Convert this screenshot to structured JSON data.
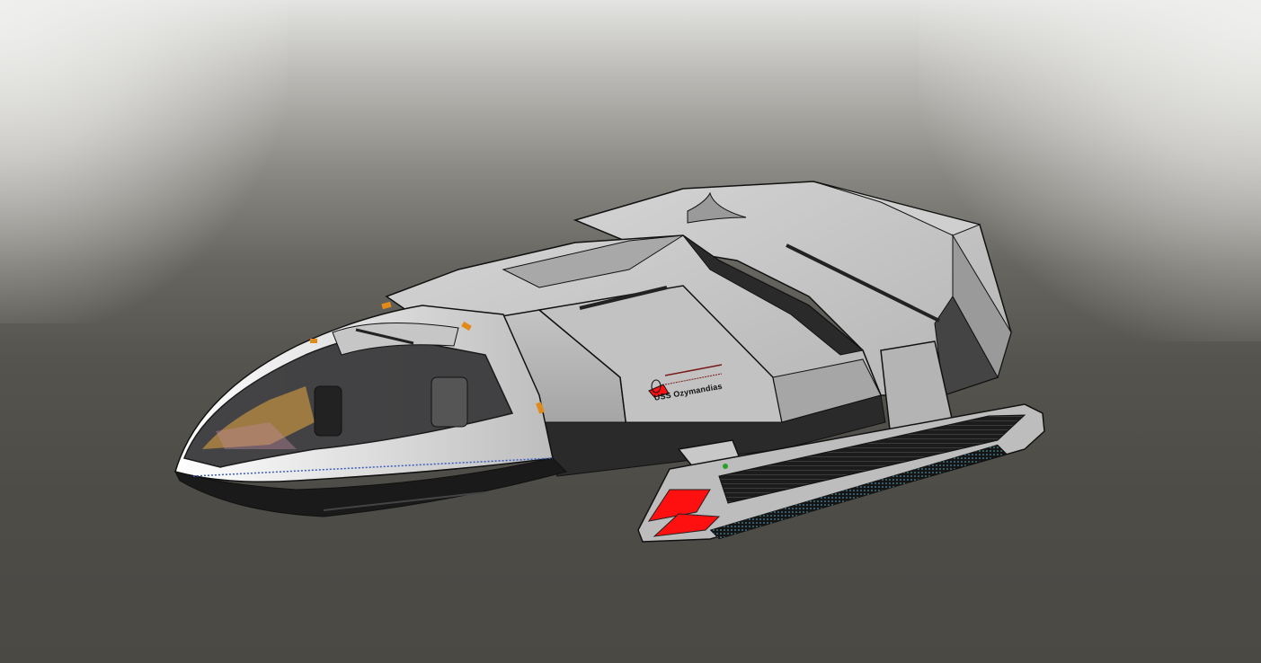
{
  "scene": {
    "type": "3D CAD render",
    "subject": "shuttlecraft",
    "hull_text": "USS Ozymandias",
    "colors": {
      "background_top": "#e4e4e2",
      "background_floor": "#4e4c47",
      "hull_light": "#c8c8c8",
      "hull_mid": "#a9a9a9",
      "hull_dark": "#1a1a1a",
      "accent_red": "#ff1010",
      "accent_orange": "#e08a1a",
      "window_tint": "#3a3a3c",
      "console_amber": "#d9a040",
      "grille_blue": "#5ab0d0"
    }
  }
}
